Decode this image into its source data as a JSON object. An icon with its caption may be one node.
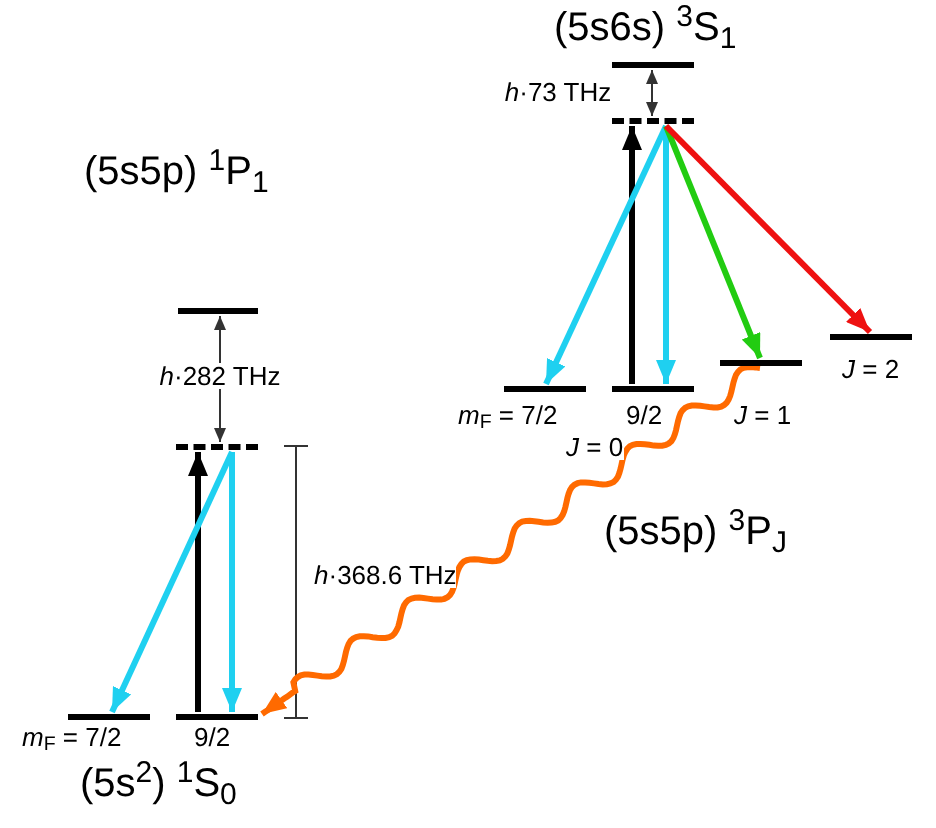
{
  "diagram": {
    "nodes": [
      {
        "text": [],
        "shape": "bar",
        "beside": [
          "(5s5p) $^{1}$P$_{1}$"
        ]
      },
      {
        "text": [],
        "shape": "bar"
      },
      {
        "text": [],
        "shape": "bar",
        "beside": [
          "*m*$_{F}$ = 7/2"
        ]
      },
      {
        "text": [],
        "shape": "bar",
        "beside": [
          "9/2"
        ]
      },
      {
        "text": [],
        "shape": "bar",
        "beside": [
          "(5s6s) $^{3}$S$_{1}$"
        ]
      },
      {
        "text": [],
        "shape": "bar"
      },
      {
        "text": [],
        "shape": "bar",
        "beside": [
          "*m*$_{F}$ = 7/2"
        ]
      },
      {
        "text": [],
        "shape": "bar",
        "beside": [
          "9/2"
        ]
      },
      {
        "text": [],
        "shape": "bar",
        "beside": [
          "*J* = 1"
        ]
      },
      {
        "text": [],
        "shape": "bar",
        "beside": [
          "*J* = 2"
        ]
      }
    ],
    "edges": [
      {
        "from": 1,
        "to": 0,
        "arrow": "both",
        "label": "*h*·282 THz",
        "color": "#333333"
      },
      {
        "from": 3,
        "to": 1,
        "arrow": "to",
        "color": "#000000"
      },
      {
        "from": 1,
        "to": 2,
        "arrow": "to",
        "color": "#1fd0f0"
      },
      {
        "from": 1,
        "to": 3,
        "arrow": "to",
        "color": "#1fd0f0"
      },
      {
        "from": 5,
        "to": 4,
        "arrow": "both",
        "label": "*h*·73 THz",
        "color": "#333333"
      },
      {
        "from": 7,
        "to": 5,
        "arrow": "to",
        "color": "#000000"
      },
      {
        "from": 5,
        "to": 6,
        "arrow": "to",
        "color": "#1fd0f0"
      },
      {
        "from": 5,
        "to": 7,
        "arrow": "to",
        "color": "#1fd0f0"
      },
      {
        "from": 5,
        "to": 8,
        "arrow": "to",
        "color": "#22cc11"
      },
      {
        "from": 5,
        "to": 9,
        "arrow": "to",
        "color": "#ee1111"
      },
      {
        "from": 8,
        "to": 3,
        "arrow": "to",
        "color": "#ff6a00"
      }
    ],
    "labels": [
      "(5s$^{2}$) $^{1}$S$_{0}$",
      "*h*·368.6 THz",
      "*J* = 0",
      "(5s5p) $^{3}$P$_{J}$"
    ]
  }
}
